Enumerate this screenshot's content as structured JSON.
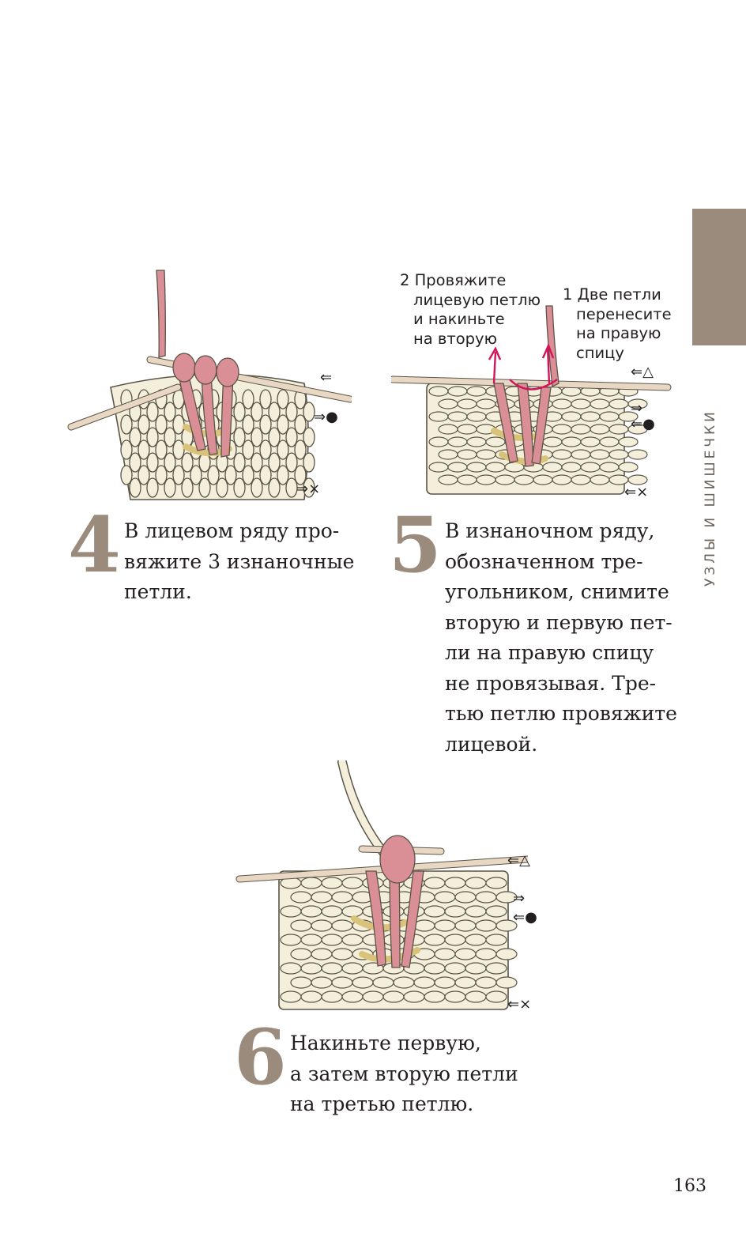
{
  "side_tab": {
    "label": "УЗЛЫ И ШИШЕЧКИ",
    "color": "#9a8b7c"
  },
  "colors": {
    "yarn_main": "#f4efda",
    "yarn_outline": "#5a5448",
    "yarn_pink": "#d98f95",
    "needle": "#e8d7c2",
    "accent_arrow": "#d4145a",
    "step_number": "#9a8b7c"
  },
  "steps": [
    {
      "number": "4",
      "lines": [
        "В лицевом ряду про-",
        "вяжите 3 изнаночные",
        "петли."
      ]
    },
    {
      "number": "5",
      "lines": [
        "В изнаночном ряду,",
        "обозначенном тре-",
        "угольником, снимите",
        "вторую и первую пет-",
        "ли на правую спицу",
        "не провязывая. Тре-",
        "тью петлю провяжите",
        "лицевой."
      ]
    },
    {
      "number": "6",
      "lines": [
        "Накиньте первую,",
        "а затем вторую петли",
        "на третью петлю."
      ]
    }
  ],
  "annotations": {
    "note_2": [
      "2 Провяжите",
      "лицевую петлю",
      "и накиньте",
      "на вторую"
    ],
    "note_1": [
      "1 Две петли",
      "перенесите",
      "на правую",
      "спицу"
    ]
  },
  "row_markers": {
    "illus4": [
      "⇐",
      "⇒●",
      "⇒×"
    ],
    "illus5": [
      "⇐△",
      "⇒",
      "⇐●",
      "⇐×"
    ],
    "illus6": [
      "⇐△",
      "⇒",
      "⇐●",
      "⇐×"
    ]
  },
  "page_number": "163"
}
